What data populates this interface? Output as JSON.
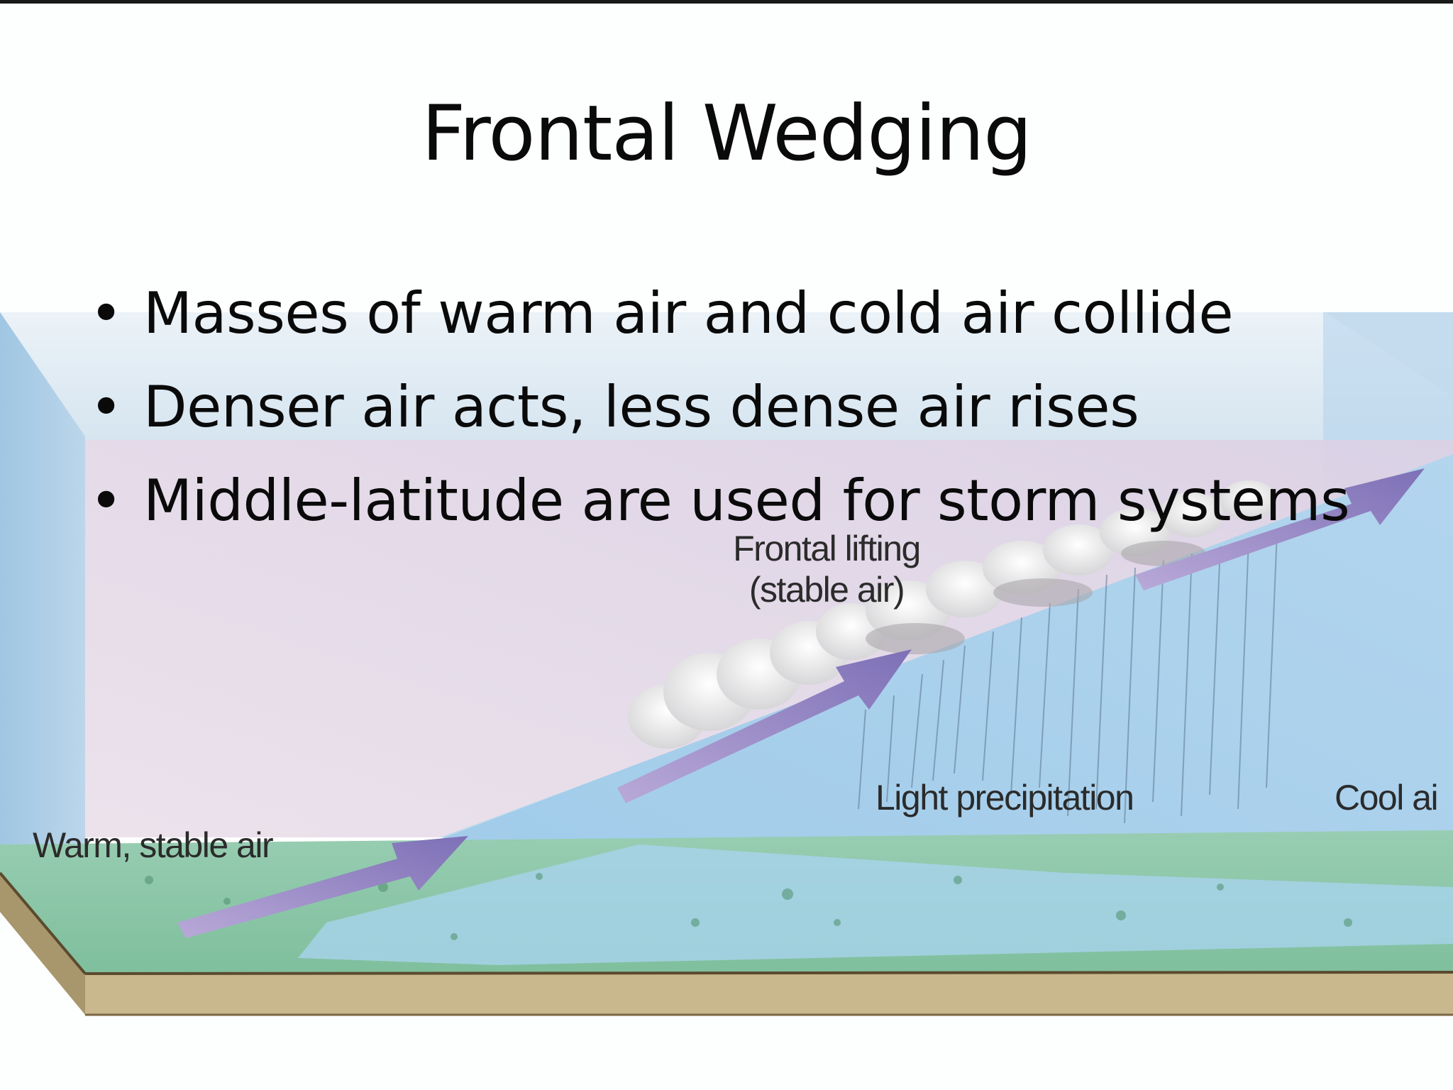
{
  "slide": {
    "title": "Frontal Wedging",
    "bullets": [
      "Masses of warm air and cold air collide",
      "Denser air acts, less dense air rises",
      "Middle-latitude are used for storm systems"
    ]
  },
  "diagram": {
    "labels": {
      "frontal_lifting_line1": "Frontal lifting",
      "frontal_lifting_line2": "(stable air)",
      "light_precipitation": "Light precipitation",
      "cool_air": "Cool ai",
      "warm_air": "Warm, stable air"
    },
    "colors": {
      "sky_blue": "#c9dcea",
      "warm_air_pink": "#e6d5e1",
      "cold_air_blue": "#a9cdea",
      "arrow_purple": "#8d7fc0",
      "ground_green": "#8cc6a6",
      "soil_tan": "#c7b58c"
    }
  }
}
